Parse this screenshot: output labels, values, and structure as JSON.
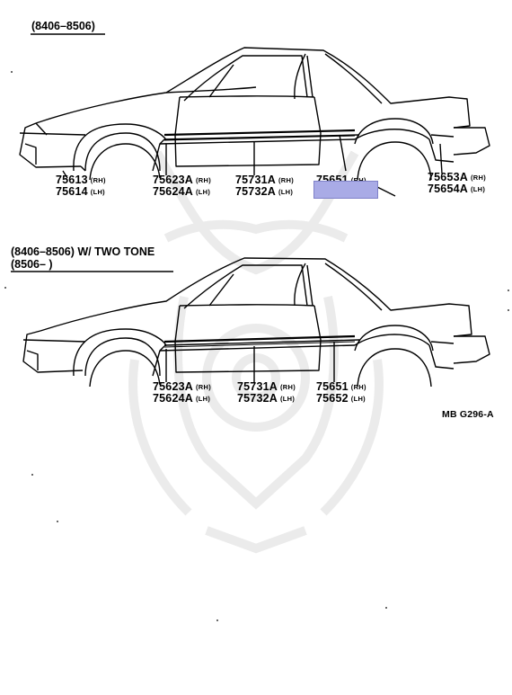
{
  "top_section": {
    "title": "(8406–8506)",
    "parts": [
      {
        "a": "75613",
        "a_side": "(RH)",
        "b": "75614",
        "b_side": "(LH)"
      },
      {
        "a": "75623A",
        "a_side": "(RH)",
        "b": "75624A",
        "b_side": "(LH)"
      },
      {
        "a": "75731A",
        "a_side": "(RH)",
        "b": "75732A",
        "b_side": "(LH)"
      },
      {
        "a": "75651",
        "a_side": "(RH)"
      },
      {
        "a": "75653A",
        "a_side": "(RH)",
        "b": "75654A",
        "b_side": "(LH)"
      }
    ]
  },
  "bottom_section": {
    "title_line1": "(8406–8506) W/ TWO  TONE",
    "title_line2": "(8506–         )",
    "parts": [
      {
        "a": "75623A",
        "a_side": "(RH)",
        "b": "75624A",
        "b_side": "(LH)"
      },
      {
        "a": "75731A",
        "a_side": "(RH)",
        "b": "75732A",
        "b_side": "(LH)"
      },
      {
        "a": "75651",
        "a_side": "(RH)",
        "b": "75652",
        "b_side": "(LH)"
      }
    ]
  },
  "figure_code": "MB  G296-A",
  "colors": {
    "line": "#000000",
    "highlight": "#a9abe6",
    "watermark": "#e6e6e6"
  }
}
